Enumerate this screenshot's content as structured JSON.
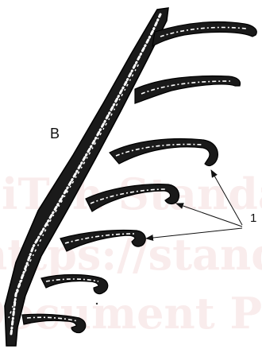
{
  "figure": {
    "panel_label": "B",
    "callout_label": "1"
  },
  "watermark": {
    "lines": [
      "iTeh Standards",
      "https://standards",
      "Document Preview"
    ]
  },
  "colors": {
    "ink": "#111111",
    "watermark": "#e0a0a0",
    "background": "#ffffff"
  }
}
